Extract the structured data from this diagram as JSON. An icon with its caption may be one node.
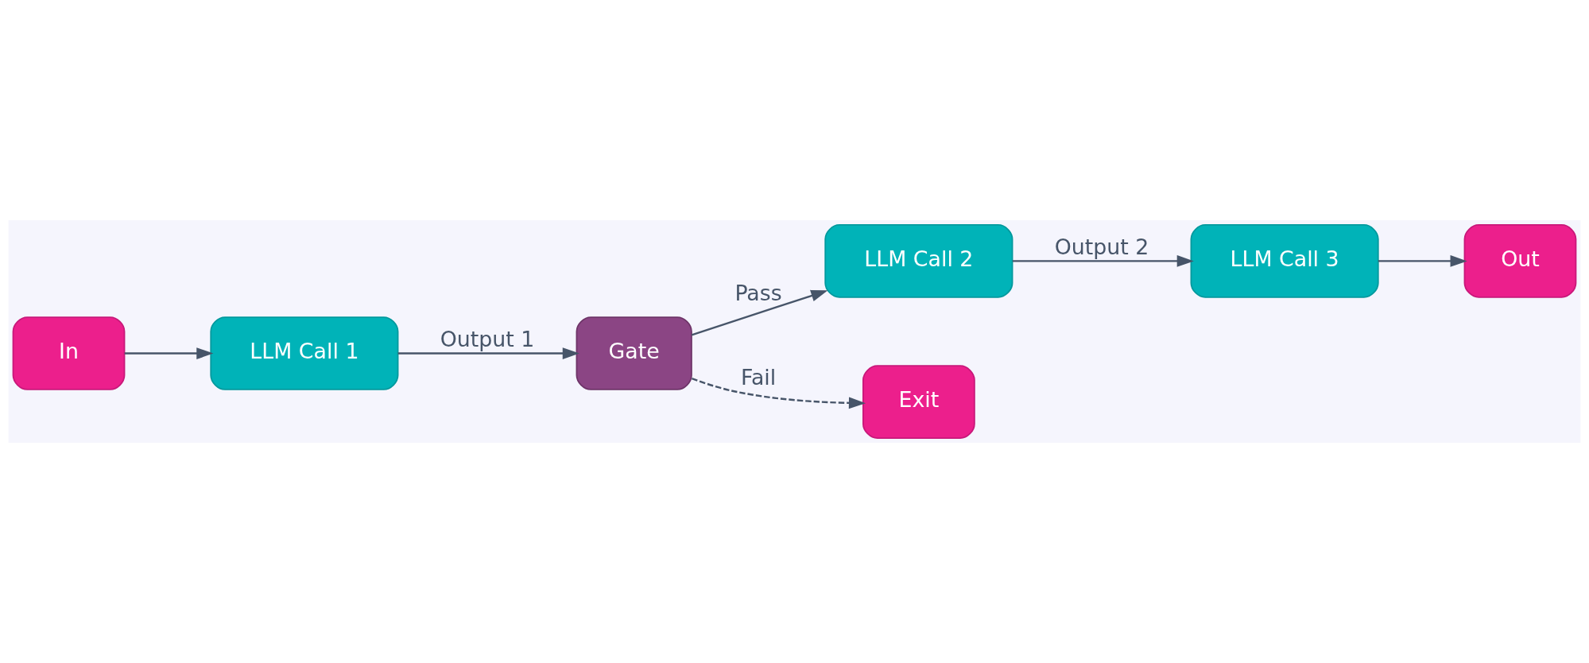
{
  "diagram": {
    "nodes": [
      {
        "text": [
          "In"
        ]
      },
      {
        "text": [
          "LLM Call 1"
        ]
      },
      {
        "text": [
          "Gate"
        ]
      },
      {
        "text": [
          "LLM Call 2"
        ]
      },
      {
        "text": [
          "LLM Call 3"
        ]
      },
      {
        "text": [
          "Out"
        ]
      },
      {
        "text": [
          "Exit"
        ]
      }
    ],
    "edges": [
      {
        "from": 0,
        "to": 1,
        "arrow": "to"
      },
      {
        "from": 1,
        "to": 2,
        "arrow": "to",
        "label": "Output 1"
      },
      {
        "from": 2,
        "to": 3,
        "arrow": "to",
        "label": "Pass"
      },
      {
        "from": 3,
        "to": 4,
        "arrow": "to",
        "label": "Output 2"
      },
      {
        "from": 4,
        "to": 5,
        "arrow": "to"
      },
      {
        "from": 2,
        "to": 6,
        "arrow": "to",
        "label": "Fail",
        "style": "dashed"
      }
    ]
  }
}
